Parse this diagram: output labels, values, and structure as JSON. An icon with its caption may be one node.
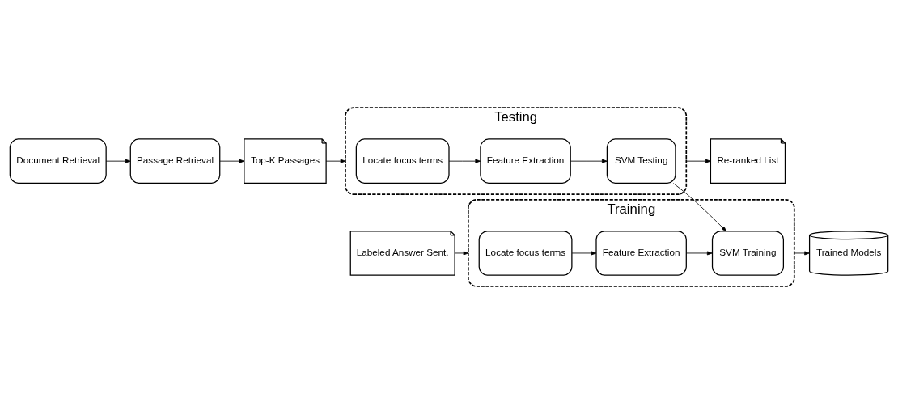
{
  "diagram": {
    "nodes": [
      {
        "text": [
          "Training"
        ]
      },
      {
        "text": [
          "Locate focus terms"
        ],
        "in": 0
      },
      {
        "text": [
          "Feature Extraction"
        ],
        "in": 0
      },
      {
        "text": [
          "SVM Training"
        ],
        "in": 0
      },
      {
        "text": [
          "Labeled Answer Sent."
        ]
      },
      {
        "text": [
          "Trained Models"
        ]
      },
      {
        "text": [
          "Testing"
        ]
      },
      {
        "text": [
          "Locate focus terms"
        ],
        "in": 6
      },
      {
        "text": [
          "Feature Extraction"
        ],
        "in": 6
      },
      {
        "text": [
          "SVM Testing"
        ],
        "in": 6
      },
      {
        "text": [
          "Top-K Passages"
        ]
      },
      {
        "text": [
          "Re-ranked List"
        ]
      },
      {
        "text": [
          "Document Retrieval"
        ]
      },
      {
        "text": [
          "Passage Retrieval"
        ]
      }
    ],
    "edges": [
      {
        "from": 4,
        "to": 0,
        "arrow": "to"
      },
      {
        "from": 1,
        "to": 2,
        "arrow": "to"
      },
      {
        "from": 2,
        "to": 3,
        "arrow": "to"
      },
      {
        "from": 0,
        "to": 5,
        "arrow": "to"
      },
      {
        "from": 9,
        "to": 3,
        "arrow": "to"
      },
      {
        "from": 10,
        "to": 6,
        "arrow": "to"
      },
      {
        "from": 7,
        "to": 8,
        "arrow": "to"
      },
      {
        "from": 8,
        "to": 9,
        "arrow": "to"
      },
      {
        "from": 6,
        "to": 11,
        "arrow": "to"
      },
      {
        "from": 12,
        "to": 13,
        "arrow": "to"
      },
      {
        "from": 13,
        "to": 10,
        "arrow": "to"
      }
    ]
  }
}
